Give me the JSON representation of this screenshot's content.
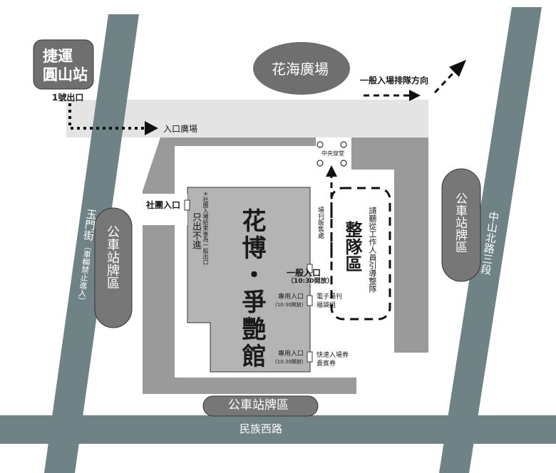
{
  "map": {
    "plaza": "花海廣場",
    "metro_station": "捷運\n圓山站",
    "metro_exit": "1號出口",
    "entrance_plaza": "入口廣場",
    "general_queue_direction": "一般入場排隊方向",
    "central_passage": "中央穿堂",
    "group_entrance": "社團入口",
    "group_note": "＊社團入場結束後為一般出口",
    "exit_only": "只出不進",
    "pavilion_name": "花博・爭艷館",
    "ticket_booth": "場刊販售處",
    "general_entrance": "一般入口",
    "general_entrance_time": "（10:30開放）",
    "special_entrance_1": "專用入口",
    "special_entrance_1_time": "(10:30開放)",
    "special_entrance_2": "專用入口",
    "special_entrance_2_time": "(10:30開放)",
    "e_ticket": "電子場刊\n福袋組",
    "fast_pass": "快速入場券\n貴賓券",
    "queue_area": "整隊區",
    "queue_note": "請聽從工作人員引導整隊",
    "bus_stop_left": "公車站牌區",
    "bus_stop_right": "公車站牌區",
    "bus_stop_bottom": "公車站牌區",
    "road_yumen": "玉門街",
    "road_yumen_note": "（車輛禁止進入）",
    "road_zhongshan": "中山北路三段",
    "road_minzu": "民族西路"
  },
  "colors": {
    "road": "#6f8286",
    "building": "#b4b4b4",
    "site": "#9a9a9a",
    "plaza": "#e4e4e4",
    "badge": "#6f6f6f",
    "bus_badge": "#777777"
  }
}
